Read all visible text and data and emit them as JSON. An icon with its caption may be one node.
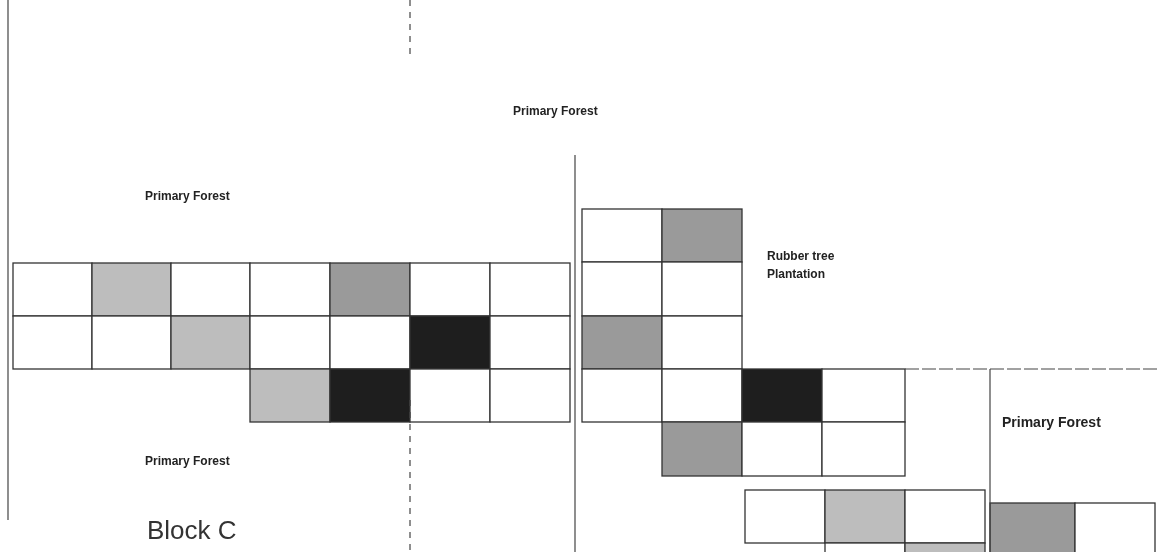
{
  "diagram": {
    "caption": "Block C",
    "labels": [
      "Primary Forest",
      "Primary Forest",
      "Rubber tree Plantation",
      "Primary Forest",
      "Primary Forest"
    ]
  }
}
